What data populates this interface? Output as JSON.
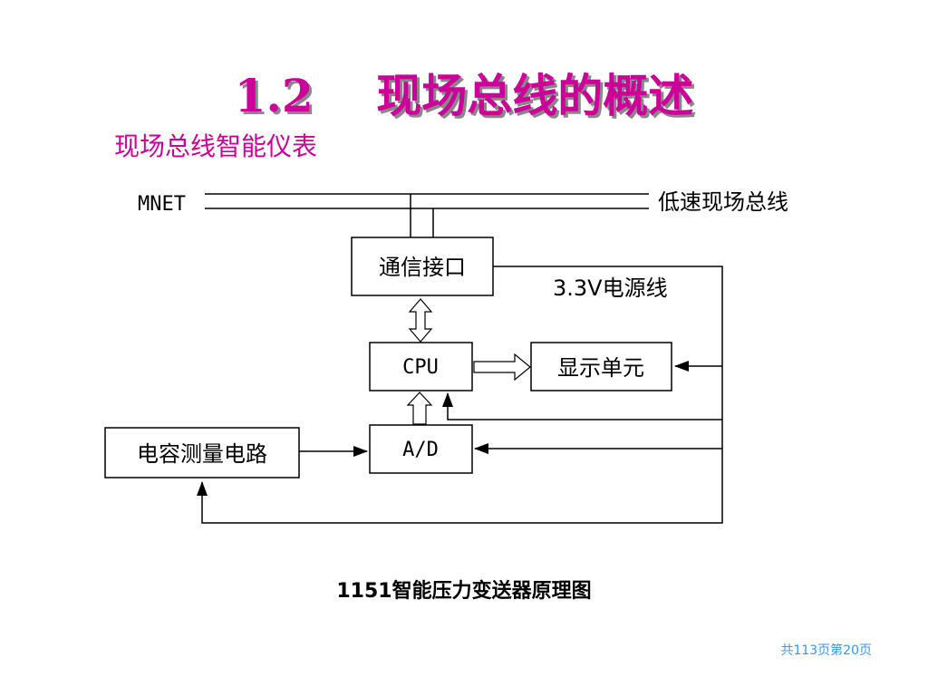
{
  "title": "1.2    现场总线的概述",
  "subtitle": "现场总线智能仪表",
  "diagram": {
    "bus_left_label": "MNET",
    "bus_right_label": "低速现场总线",
    "power_line_label": "3.3V电源线",
    "blocks": {
      "comm_interface": "通信接口",
      "cpu": "CPU",
      "display": "显示单元",
      "adc": "A/D",
      "capacitance_circuit": "电容测量电路"
    }
  },
  "caption": "1151智能压力变送器原理图",
  "page_indicator": "共113页第20页"
}
